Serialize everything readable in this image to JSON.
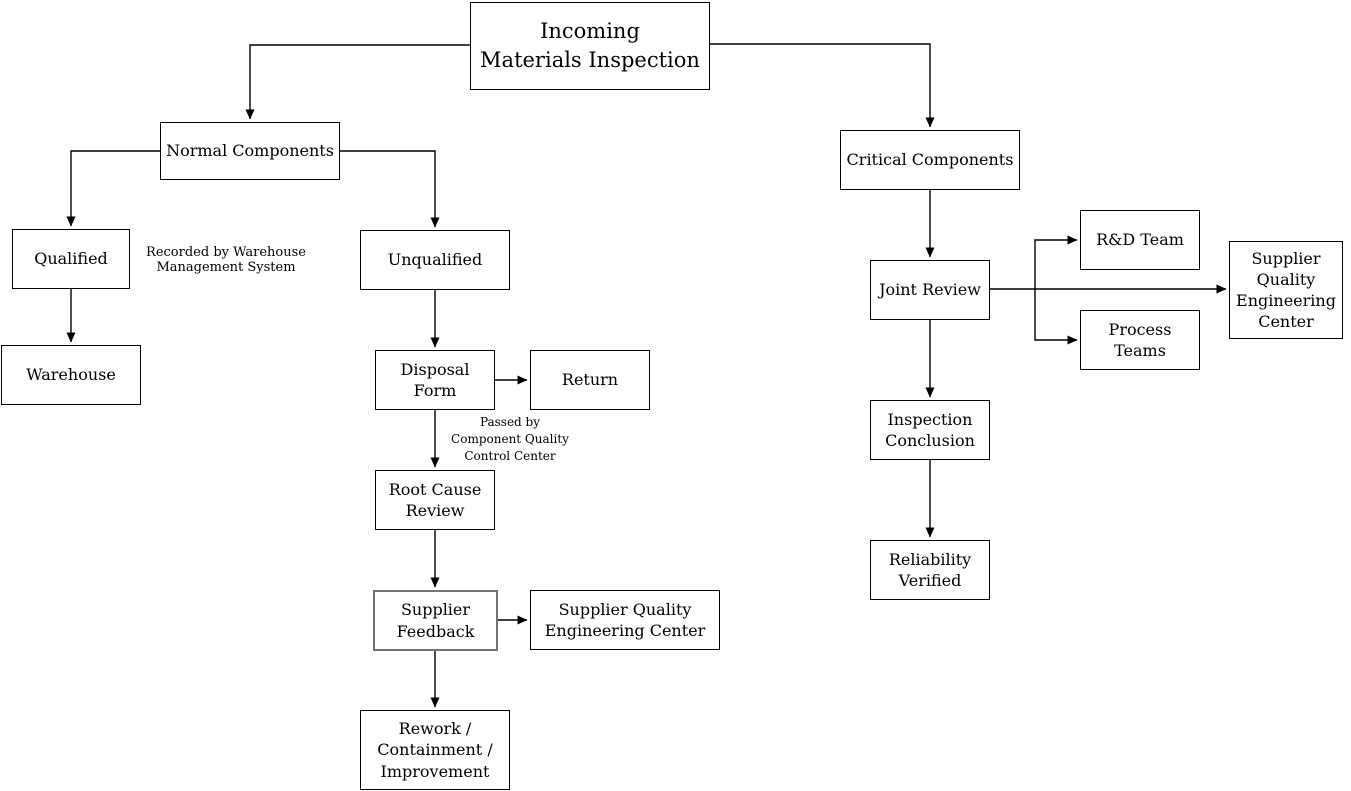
{
  "diagram": {
    "type": "flowchart",
    "colors": {
      "background": "#ffffff",
      "box_border": "#000000",
      "highlight_border": "#737373",
      "line": "#000000",
      "text": "#000000"
    },
    "nodes": {
      "incoming": {
        "label": "Incoming\nMaterials Inspection"
      },
      "normal": {
        "label": "Normal Components"
      },
      "qualified": {
        "label": "Qualified"
      },
      "unqualified": {
        "label": "Unqualified"
      },
      "warehouse": {
        "label": "Warehouse"
      },
      "disposal": {
        "label": "Disposal\nForm"
      },
      "return": {
        "label": "Return"
      },
      "rootcause": {
        "label": "Root Cause\nReview"
      },
      "supplier_feedback": {
        "label": "Supplier\nFeedback"
      },
      "sqec_mid": {
        "label": "Supplier Quality\nEngineering Center"
      },
      "rework": {
        "label": "Rework /\nContainment /\nImprovement"
      },
      "critical": {
        "label": "Critical Components"
      },
      "joint_review": {
        "label": "Joint Review"
      },
      "rd_team": {
        "label": "R&D Team"
      },
      "process_teams": {
        "label": "Process\nTeams"
      },
      "sqec_right": {
        "label": "Supplier\nQuality\nEngineering\nCenter"
      },
      "inspection_conclusion": {
        "label": "Inspection\nConclusion"
      },
      "reliability_verified": {
        "label": "Reliability\nVerified"
      }
    },
    "annotations": {
      "recorded_by": {
        "label": "Recorded by Warehouse\nManagement System"
      },
      "passed_by": {
        "label": "Passed by\nComponent Quality\nControl Center"
      }
    }
  }
}
